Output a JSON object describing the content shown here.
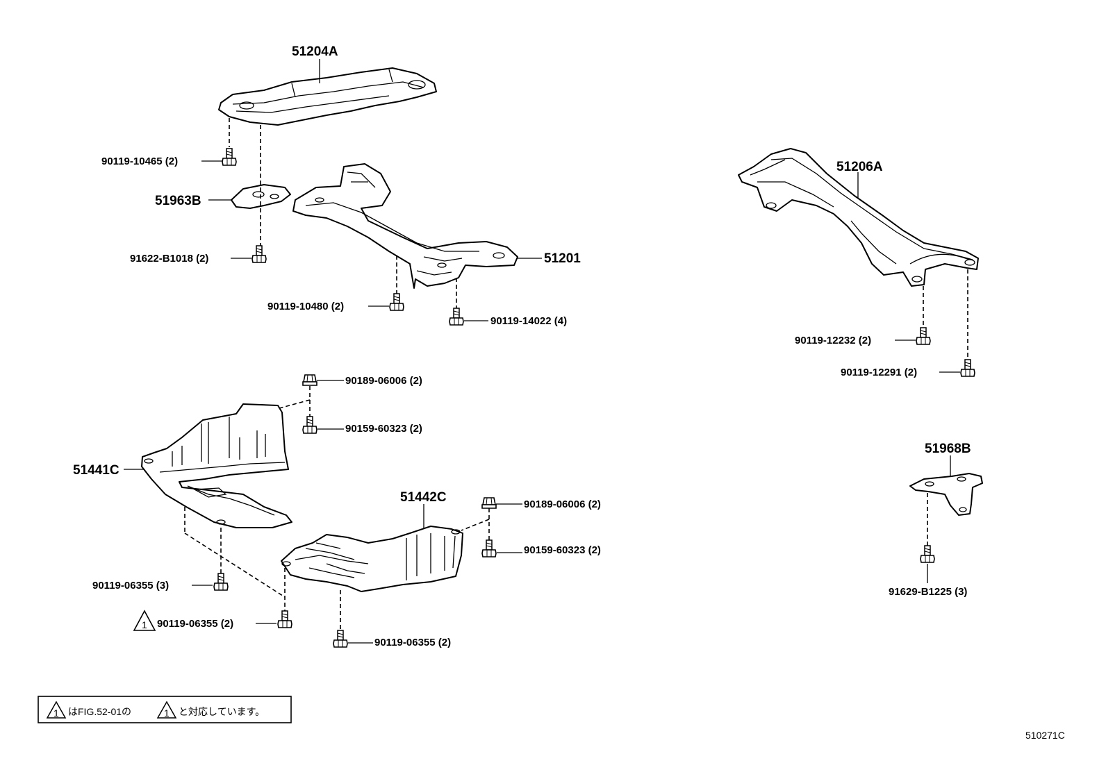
{
  "parts": {
    "p51204A": "51204A",
    "p51201": "51201",
    "p51963B": "51963B",
    "p51206A": "51206A",
    "p51441C": "51441C",
    "p51442C": "51442C",
    "p51968B": "51968B"
  },
  "fasteners": {
    "f1": "90119-10465 (2)",
    "f2": "91622-B1018 (2)",
    "f3": "90119-10480 (2)",
    "f4": "90119-14022 (4)",
    "f5": "90119-12232 (2)",
    "f6": "90119-12291 (2)",
    "f7": "90189-06006 (2)",
    "f8": "90159-60323 (2)",
    "f9": "90189-06006 (2)",
    "f10": "90159-60323 (2)",
    "f11": "90119-06355 (3)",
    "f12": "90119-06355 (2)",
    "f13": "90119-06355 (2)",
    "f14": "91629-B1225 (3)"
  },
  "warning_mark": "1",
  "note": {
    "pre": "はFIG.52-01の",
    "post": "と対応しています。"
  },
  "figure_id": "510271C"
}
